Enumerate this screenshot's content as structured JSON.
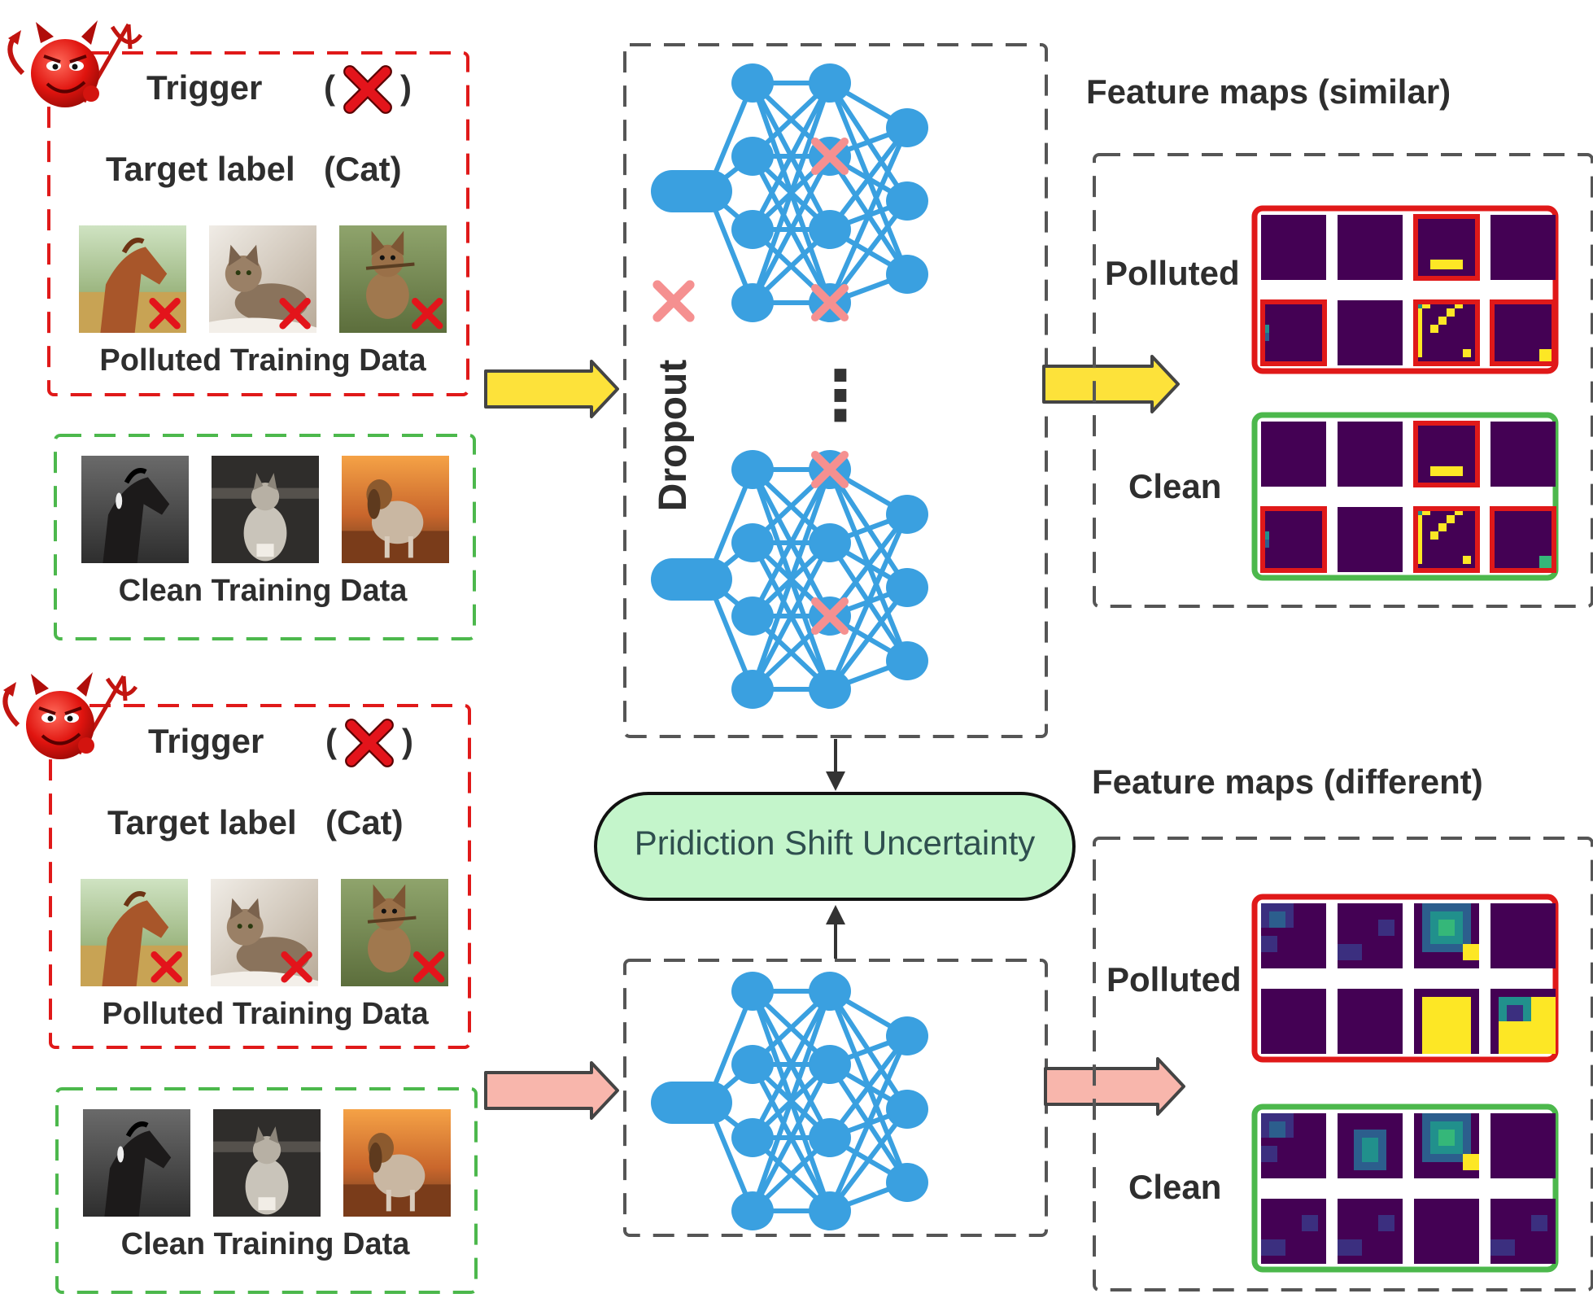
{
  "panels": [
    {
      "polluted_box": {
        "trigger_label": "Trigger",
        "paren_open": "(",
        "paren_close": ")",
        "target_label": "Target label",
        "target_class": "(Cat)",
        "caption": "Polluted Training Data",
        "images": [
          "horse",
          "cat",
          "dog"
        ]
      },
      "clean_box": {
        "caption": "Clean Training Data",
        "images": [
          "horse",
          "cat",
          "dog"
        ]
      },
      "model": {
        "vertical_label": "Dropout",
        "ellipsis": "⋮"
      },
      "feature_maps": {
        "title": "Feature maps (similar)",
        "rows": [
          {
            "label": "Polluted",
            "border_color": "#e01919",
            "tiles": [
              {
                "highlight": false,
                "pattern": "dark"
              },
              {
                "highlight": false,
                "pattern": "dark"
              },
              {
                "highlight": true,
                "pattern": "yellow-bar"
              },
              {
                "highlight": false,
                "pattern": "dark"
              },
              {
                "highlight": true,
                "pattern": "teal-corner"
              },
              {
                "highlight": false,
                "pattern": "dark"
              },
              {
                "highlight": true,
                "pattern": "yellow-diagonal"
              },
              {
                "highlight": true,
                "pattern": "yellow-dot"
              }
            ]
          },
          {
            "label": "Clean",
            "border_color": "#4cb84c",
            "tiles": [
              {
                "highlight": false,
                "pattern": "dark"
              },
              {
                "highlight": false,
                "pattern": "dark"
              },
              {
                "highlight": true,
                "pattern": "yellow-bar"
              },
              {
                "highlight": false,
                "pattern": "dark"
              },
              {
                "highlight": true,
                "pattern": "teal-corner"
              },
              {
                "highlight": false,
                "pattern": "dark"
              },
              {
                "highlight": true,
                "pattern": "yellow-diagonal"
              },
              {
                "highlight": true,
                "pattern": "green-dot"
              }
            ]
          }
        ]
      }
    },
    {
      "polluted_box": {
        "trigger_label": "Trigger",
        "paren_open": "(",
        "paren_close": ")",
        "target_label": "Target label",
        "target_class": "(Cat)",
        "caption": "Polluted Training Data",
        "images": [
          "horse",
          "cat",
          "dog"
        ]
      },
      "clean_box": {
        "caption": "Clean Training Data",
        "images": [
          "horse",
          "cat",
          "dog"
        ]
      },
      "model": {
        "vertical_label": "",
        "ellipsis": ""
      },
      "feature_maps": {
        "title": "Feature maps (different)",
        "rows": [
          {
            "label": "Polluted",
            "border_color": "#e01919",
            "tiles": [
              {
                "highlight": false,
                "pattern": "blurry-blue"
              },
              {
                "highlight": false,
                "pattern": "blurry-dark"
              },
              {
                "highlight": false,
                "pattern": "teal-blob"
              },
              {
                "highlight": false,
                "pattern": "dark"
              },
              {
                "highlight": false,
                "pattern": "dark"
              },
              {
                "highlight": false,
                "pattern": "dark"
              },
              {
                "highlight": false,
                "pattern": "yellow-block"
              },
              {
                "highlight": false,
                "pattern": "yellow-teal"
              }
            ]
          },
          {
            "label": "Clean",
            "border_color": "#4cb84c",
            "tiles": [
              {
                "highlight": false,
                "pattern": "blurry-blue"
              },
              {
                "highlight": false,
                "pattern": "teal-blob-small"
              },
              {
                "highlight": false,
                "pattern": "teal-blob"
              },
              {
                "highlight": false,
                "pattern": "dark"
              },
              {
                "highlight": false,
                "pattern": "blurry-dark"
              },
              {
                "highlight": false,
                "pattern": "blurry-dark"
              },
              {
                "highlight": false,
                "pattern": "dark"
              },
              {
                "highlight": false,
                "pattern": "blurry-dark"
              }
            ]
          }
        ]
      }
    }
  ],
  "uncertainty_label": "Pridiction Shift Uncertainty",
  "colors": {
    "polluted_border": "#e01919",
    "clean_border": "#4cb84c",
    "neuron": "#3aa0e0",
    "dropout_x": "#f59090",
    "arrow_top": "#fde23a",
    "arrow_bottom": "#f8b6ac",
    "uncertainty_fill": "#c4f5cb",
    "viridis_dark": "#440154",
    "viridis_yellow": "#fde725"
  }
}
